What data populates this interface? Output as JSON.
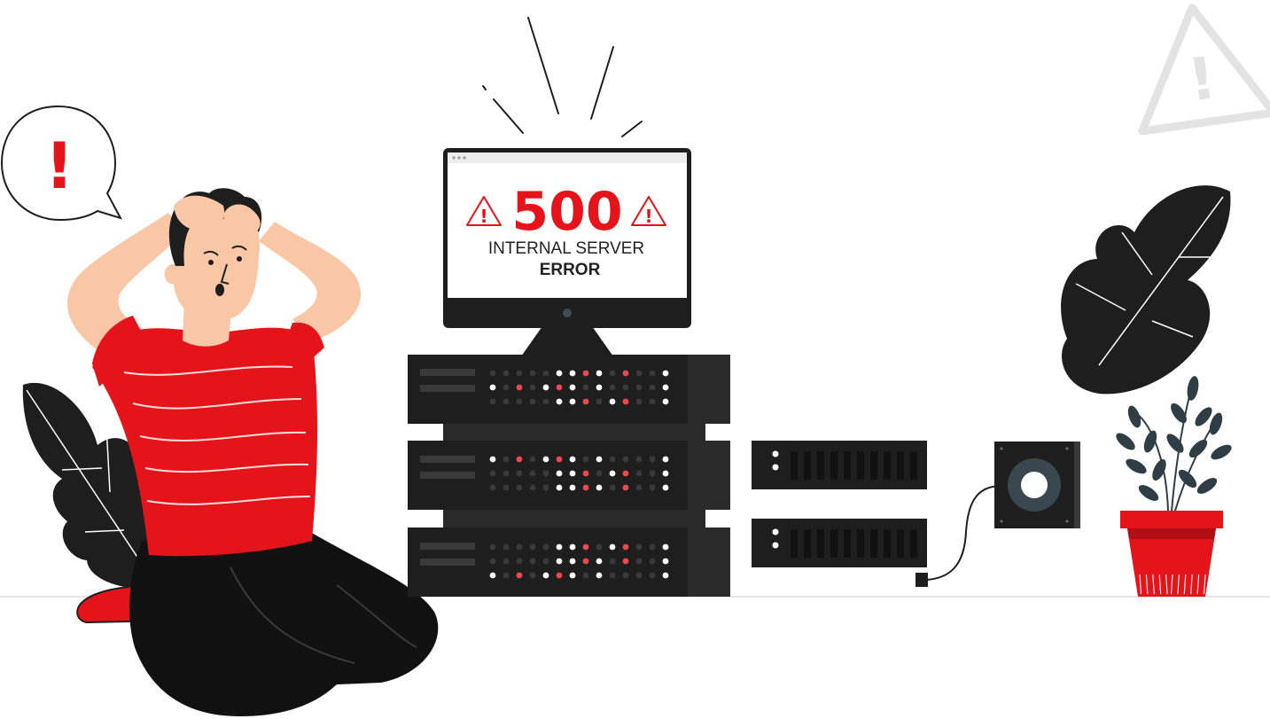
{
  "illustration": {
    "error_code": "500",
    "message_line1": "INTERNAL SERVER",
    "message_line2": "ERROR",
    "alert_glyph": "!",
    "colors": {
      "accent_red": "#E5141B",
      "dark": "#1E1E1E",
      "skin": "#F9C7A6",
      "ghost_gray": "#E3E3E3",
      "led_white": "#FFFFFF",
      "led_red": "#EB4850",
      "led_dark": "#3A3A3A",
      "leaf_teal": "#2F3D44"
    },
    "icons": {
      "speech_bubble": "exclamation-speech-bubble-icon",
      "warning_left": "warning-triangle-icon",
      "warning_right": "warning-triangle-icon",
      "ghost_warning": "warning-triangle-icon"
    }
  }
}
